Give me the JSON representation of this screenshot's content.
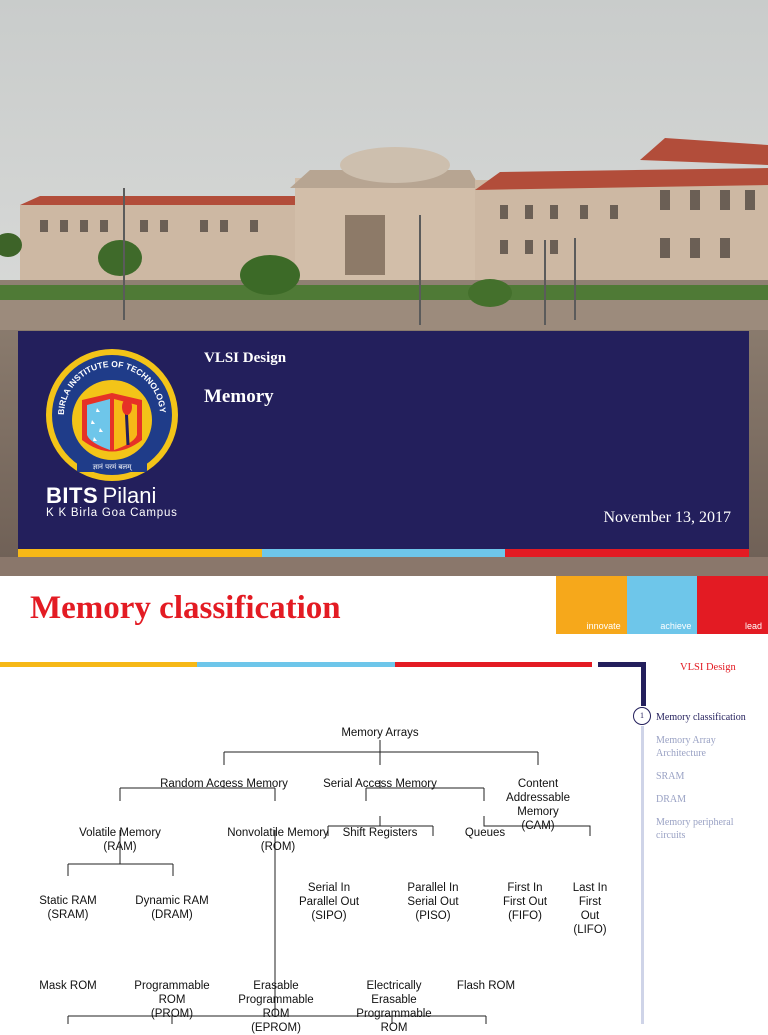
{
  "slide1": {
    "course": "VLSI Design",
    "topic": "Memory",
    "date": "November 13, 2017",
    "brand_bits": "BITS",
    "brand_pilani": "Pilani",
    "campus": "K K Birla Goa Campus",
    "crest_text": "BIRLA INSTITUTE OF TECHNOLOGY & SCIENCE, PILANI",
    "crest_motto": "ज्ञानं परमं बलम्"
  },
  "slide2": {
    "title": "Memory classification",
    "tagline": [
      "innovate",
      "achieve",
      "lead"
    ],
    "nav": {
      "course": "VLSI Design",
      "dot_number": "1",
      "items": [
        "Memory classification",
        "Memory Array Architecture",
        "SRAM",
        "DRAM",
        "Memory peripheral circuits"
      ]
    },
    "tree": {
      "root": "Memory Arrays",
      "level1": [
        "Random Access Memory",
        "Serial Access Memory",
        "Content Addressable Memory\n(CAM)"
      ],
      "ram": [
        "Volatile Memory\n(RAM)",
        "Nonvolatile Memory\n(ROM)"
      ],
      "sam": [
        "Shift Registers",
        "Queues"
      ],
      "volatile": [
        "Static RAM\n(SRAM)",
        "Dynamic RAM\n(DRAM)"
      ],
      "shift": [
        "Serial In\nParallel Out\n(SIPO)",
        "Parallel In\nSerial Out\n(PISO)"
      ],
      "queues": [
        "First In\nFirst Out\n(FIFO)",
        "Last In\nFirst Out\n(LIFO)"
      ],
      "rom": [
        "Mask ROM",
        "Programmable\nROM\n(PROM)",
        "Erasable\nProgrammable\nROM\n(EPROM)",
        "Electrically\nErasable\nProgrammable\nROM",
        "Flash ROM"
      ]
    }
  },
  "colors": {
    "navy": "#231f5c",
    "yellow": "#f6b817",
    "blue": "#6ec6ea",
    "red": "#e31b23"
  }
}
